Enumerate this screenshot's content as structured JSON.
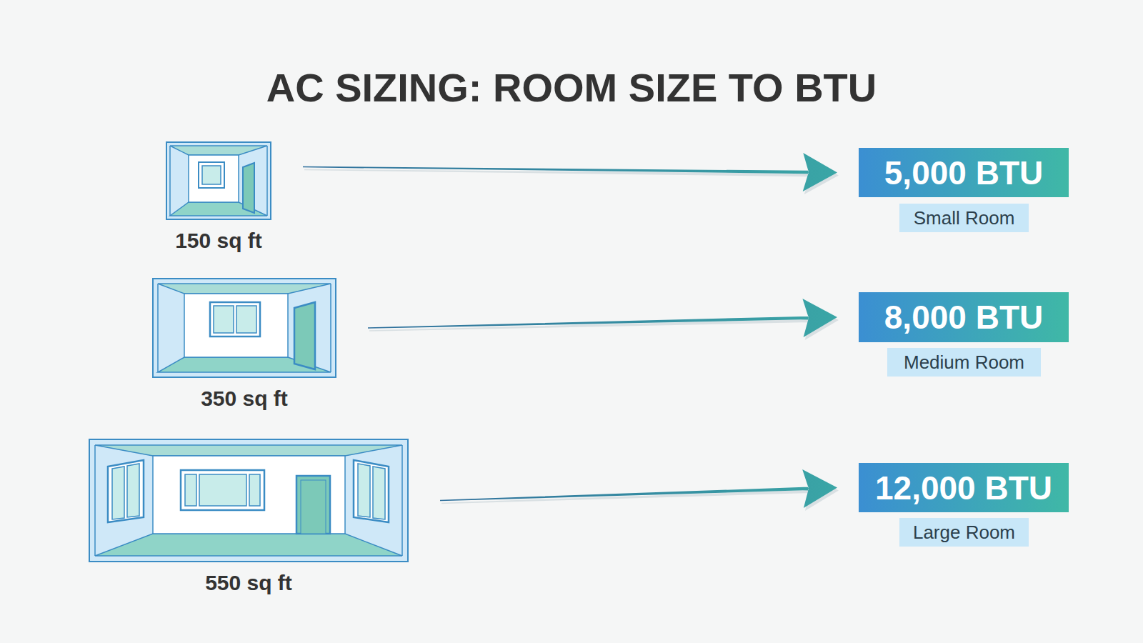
{
  "diagram": {
    "title": "AC SIZING: ROOM SIZE TO BTU",
    "nodes": [
      {
        "text": [
          "150 sq ft"
        ]
      },
      {
        "text": [
          "5,000 BTU"
        ]
      },
      {
        "text": [
          "Small Room"
        ]
      },
      {
        "text": [
          "350 sq ft"
        ]
      },
      {
        "text": [
          "8,000 BTU"
        ]
      },
      {
        "text": [
          "Medium Room"
        ]
      },
      {
        "text": [
          "550 sq ft"
        ]
      },
      {
        "text": [
          "12,000 BTU"
        ]
      },
      {
        "text": [
          "Large Room"
        ]
      }
    ],
    "edges": [
      {
        "from": 0,
        "to": 1,
        "arrow": "to"
      },
      {
        "from": 3,
        "to": 4,
        "arrow": "to"
      },
      {
        "from": 6,
        "to": 7,
        "arrow": "to"
      }
    ]
  }
}
